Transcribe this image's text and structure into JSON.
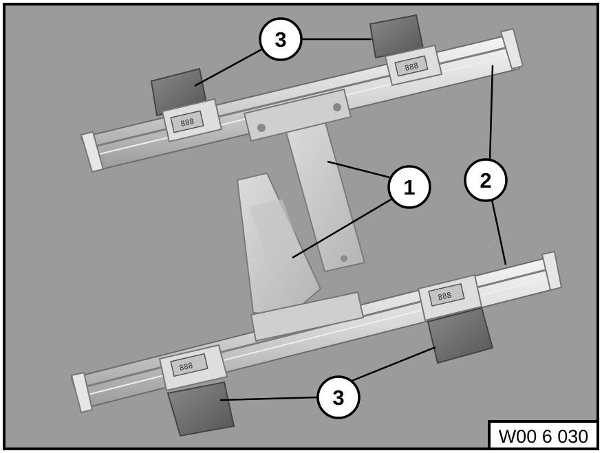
{
  "figure": {
    "code": "W00 6 030",
    "callouts": [
      {
        "id": "1",
        "label": "1"
      },
      {
        "id": "2",
        "label": "2"
      },
      {
        "id": "3a",
        "label": "3"
      },
      {
        "id": "3b",
        "label": "3"
      }
    ]
  }
}
